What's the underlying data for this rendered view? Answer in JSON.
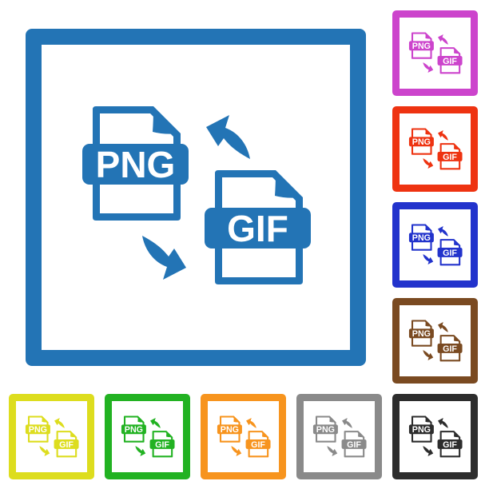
{
  "page": {
    "background": "#ffffff",
    "description": "PNG GIF file conversion flat framed icons"
  },
  "icon": {
    "name": "png-gif-file-conversion",
    "labels": {
      "png": "PNG",
      "gif": "GIF"
    },
    "parts": {
      "png_file": "png-file-icon",
      "gif_file": "gif-file-icon",
      "arrow_up": "curved-arrow-up-icon",
      "arrow_down": "curved-arrow-down-icon"
    },
    "label_text_color": "#ffffff"
  },
  "main_tile": {
    "variant": "steel-blue",
    "color": "#2374B5"
  },
  "variant_tiles": [
    {
      "variant": "magenta",
      "color": "#CC44CC",
      "area": "right"
    },
    {
      "variant": "red",
      "color": "#EE3311",
      "area": "right"
    },
    {
      "variant": "blue",
      "color": "#2233CC",
      "area": "right"
    },
    {
      "variant": "brown",
      "color": "#7A4A21",
      "area": "right"
    },
    {
      "variant": "yellow",
      "color": "#DDDD1E",
      "area": "bottom"
    },
    {
      "variant": "green",
      "color": "#22B222",
      "area": "bottom"
    },
    {
      "variant": "orange",
      "color": "#F7941E",
      "area": "bottom"
    },
    {
      "variant": "gray",
      "color": "#8A8A8A",
      "area": "bottom"
    },
    {
      "variant": "black",
      "color": "#2D2D2D",
      "area": "corner"
    }
  ]
}
